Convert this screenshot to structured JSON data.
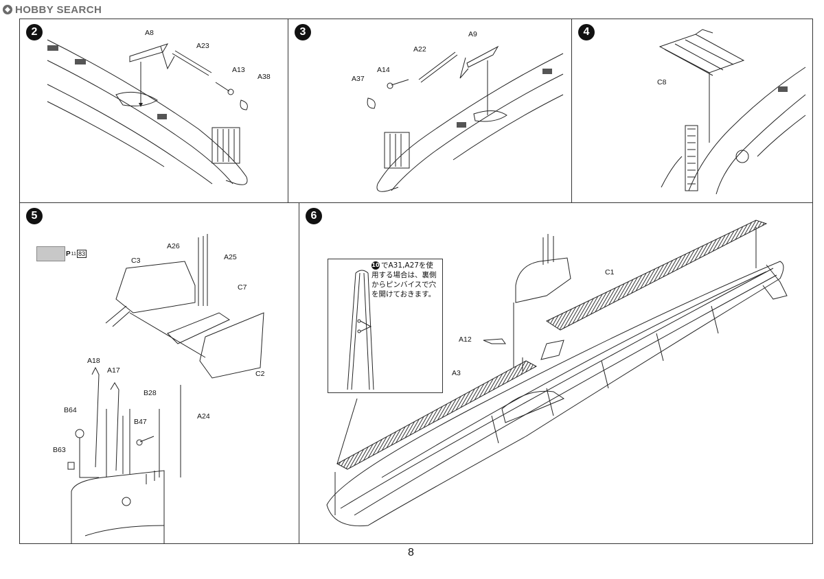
{
  "watermark": {
    "text": "HOBBY SEARCH"
  },
  "steps": {
    "s2": {
      "number": "2",
      "labels": {
        "a8": "A8",
        "a23": "A23",
        "a13": "A13",
        "a38": "A38"
      }
    },
    "s3": {
      "number": "3",
      "labels": {
        "a9": "A9",
        "a22": "A22",
        "a14": "A14",
        "a37": "A37"
      }
    },
    "s4": {
      "number": "4",
      "labels": {
        "c8": "C8"
      }
    },
    "s5": {
      "number": "5",
      "paint_ref": {
        "p": "P",
        "sub": "11",
        "code": "83"
      },
      "labels": {
        "a26": "A26",
        "a25": "A25",
        "c3": "C3",
        "c7": "C7",
        "c2": "C2",
        "a18": "A18",
        "a17": "A17",
        "b28": "B28",
        "b64": "B64",
        "b47": "B47",
        "a24": "A24",
        "b63": "B63"
      }
    },
    "s6": {
      "number": "6",
      "labels": {
        "c1": "C1",
        "a12": "A12",
        "a3": "A3"
      },
      "note": {
        "step": "10",
        "text": "でA31,A27を使用する場合は、裏側からピンバイスで穴を開けておきます。"
      }
    }
  },
  "page_number": "8",
  "colors": {
    "line": "#222222",
    "deck_hatch": "#333333",
    "paint_swatch": "#c8c8c8"
  }
}
